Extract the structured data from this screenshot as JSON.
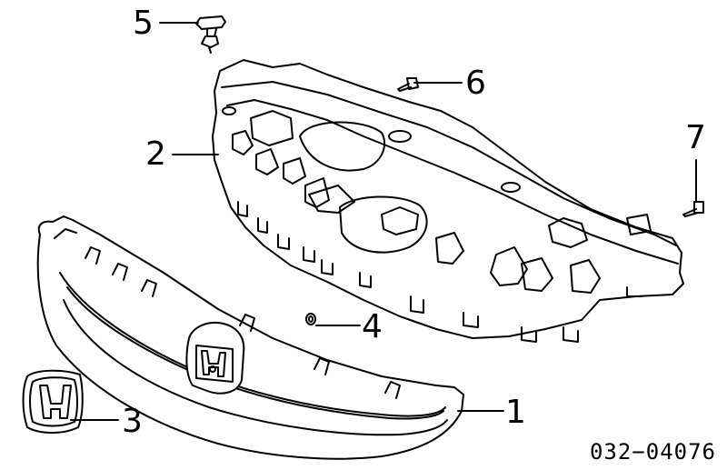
{
  "callouts": [
    {
      "id": "1",
      "label": "1"
    },
    {
      "id": "2",
      "label": "2"
    },
    {
      "id": "3",
      "label": "3"
    },
    {
      "id": "4",
      "label": "4"
    },
    {
      "id": "5",
      "label": "5"
    },
    {
      "id": "6",
      "label": "6"
    },
    {
      "id": "7",
      "label": "7"
    }
  ],
  "diagram_code": "032−04076"
}
